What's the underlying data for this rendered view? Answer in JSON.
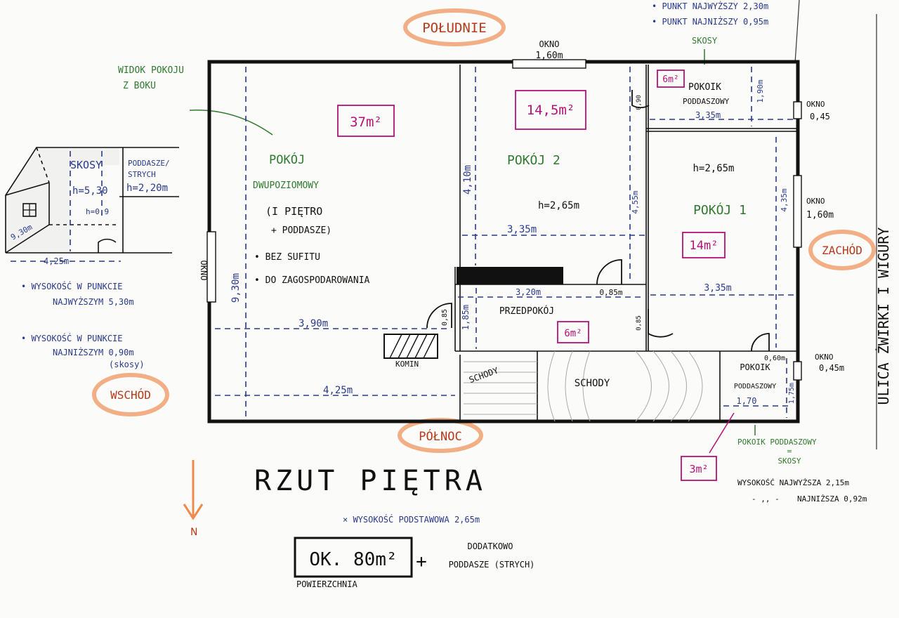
{
  "compass": {
    "south": "POŁUDNIE",
    "north": "PÓŁNOC",
    "east": "WSCHÓD",
    "west": "ZACHÓD",
    "north_arrow_label": "N"
  },
  "top_right_notes": {
    "highest": "• PUNKT NAJWYŻSZY 2,30m",
    "lowest": "• PUNKT NAJNIŻSZY 0,95m",
    "skosy": "SKOSY"
  },
  "side_view": {
    "title_1": "WIDOK POKOJU",
    "title_2": "Z BOKU",
    "skosy": "SKOSY",
    "attic_1": "PODDASZE/",
    "attic_2": "STRYCH",
    "h_main": "h=5,30",
    "h_attic": "h=2,20m",
    "h_low": "h=0,9",
    "depth": "9,30m",
    "width": "4,25m"
  },
  "left_notes": {
    "n1_a": "• WYSOKOŚĆ W PUNKCIE",
    "n1_b": "NAJWYŻSZYM  5,30m",
    "n2_a": "• WYSOKOŚĆ W PUNKCIE",
    "n2_b": "NAJNIŻSZYM  0,90m",
    "n2_c": "(skosy)"
  },
  "windows": {
    "top": "OKNO",
    "top_size": "1,60m",
    "left": "OKNO",
    "right_top": "OKNO",
    "right_top_size": "0,45",
    "right_mid": "OKNO",
    "right_mid_size": "1,60m",
    "right_low": "OKNO",
    "right_low_size": "0,45m"
  },
  "rooms": {
    "big": {
      "area": "37m²",
      "name_1": "POKÓJ",
      "name_2": "DWUPOZIOMOWY",
      "name_3": "(I PIĘTRO",
      "name_4": "+ PODDASZE)",
      "bullet_1": "• BEZ SUFITU",
      "bullet_2": "• DO ZAGOSPODAROWANIA",
      "dim_h": "9,30m",
      "dim_w1": "3,90m",
      "dim_w2": "4,25m",
      "chimney": "KOMIN",
      "door": "0,85"
    },
    "room2": {
      "area": "14,5m²",
      "name": "POKÓJ 2",
      "height": "h=2,65m",
      "dim_w": "3,35m",
      "dim_h": "4,10m",
      "dim_h2": "4,55m"
    },
    "attic_top": {
      "area": "6m²",
      "name_1": "POKOIK",
      "name_2": "PODDASZOWY",
      "dim_w": "3,35m",
      "dim_h": "1,90m",
      "door": "0,90"
    },
    "room1": {
      "area": "14m²",
      "name": "POKÓJ 1",
      "height": "h=2,65m",
      "dim_w": "3,35m",
      "dim_h": "4,35m"
    },
    "hall": {
      "area": "6m²",
      "name": "PRZEDPOKÓJ",
      "dim_w": "3,20m",
      "dim_h": "1,85m",
      "door_w": "0,85m",
      "door_side": "0,85"
    },
    "stairs_1": "SCHODY",
    "stairs_2": "SCHODY",
    "attic_low": {
      "name_1": "POKOIK",
      "name_2": "PODDASZOWY",
      "dim_w": "1,70",
      "dim_h": "1,75m",
      "door": "0,60m",
      "area": "3m²",
      "label_1": "POKOIK PODDASZOWY",
      "label_2": "=",
      "label_3": "SKOSY",
      "height_hi": "WYSOKOŚĆ NAJWYŻSZA 2,15m",
      "height_lo_dash": "- ,, -",
      "height_lo": "NAJNIŻSZA 0,92m"
    }
  },
  "street": "ULICA ŻWIRKI I WIGURY",
  "footer": {
    "title": "RZUT PIĘTRA",
    "std_height": "× WYSOKOŚĆ PODSTAWOWA 2,65m",
    "area": "OK. 80m²",
    "area_label": "POWIERZCHNIA",
    "plus": "+",
    "extra_1": "DODATKOWO",
    "extra_2": "PODDASZE (STRYCH)"
  },
  "colors": {
    "ink_blue": "#2a3a8c",
    "ink_green": "#2f7a2f",
    "ink_magenta": "#b3127a",
    "highlight_orange": "#f0a070"
  }
}
